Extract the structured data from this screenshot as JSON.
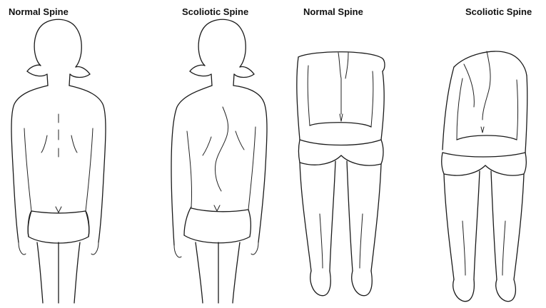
{
  "figures": [
    {
      "label": "Normal Spine"
    },
    {
      "label": "Scoliotic Spine"
    },
    {
      "label": "Normal Spine"
    },
    {
      "label": "Scoliotic Spine"
    }
  ]
}
